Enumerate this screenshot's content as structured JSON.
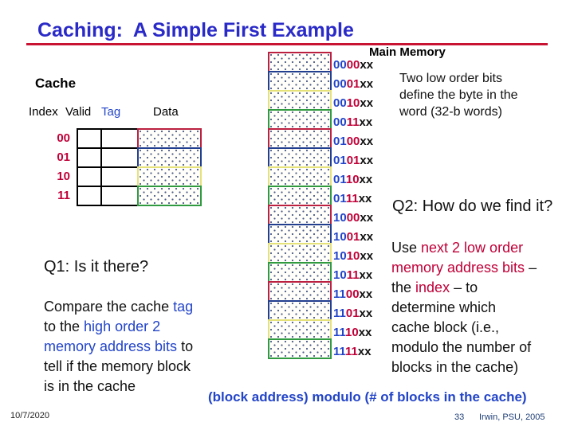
{
  "slide": {
    "title": "Caching:  A Simple First Example",
    "footer": {
      "date": "10/7/2020",
      "page": "33",
      "credit": "Irwin, PSU, 2005"
    }
  },
  "cache": {
    "label": "Cache",
    "headers": {
      "index": "Index",
      "valid": "Valid",
      "tag": "Tag",
      "data": "Data"
    },
    "rows": [
      {
        "index": "00",
        "color": "red"
      },
      {
        "index": "01",
        "color": "blue"
      },
      {
        "index": "10",
        "color": "yellow"
      },
      {
        "index": "11",
        "color": "green"
      }
    ]
  },
  "memory": {
    "label": "Main Memory",
    "blocks": [
      {
        "tag": "00",
        "index": "00",
        "suffix": "xx",
        "color": "red"
      },
      {
        "tag": "00",
        "index": "01",
        "suffix": "xx",
        "color": "blue"
      },
      {
        "tag": "00",
        "index": "10",
        "suffix": "xx",
        "color": "yellow"
      },
      {
        "tag": "00",
        "index": "11",
        "suffix": "xx",
        "color": "green"
      },
      {
        "tag": "01",
        "index": "00",
        "suffix": "xx",
        "color": "red"
      },
      {
        "tag": "01",
        "index": "01",
        "suffix": "xx",
        "color": "blue"
      },
      {
        "tag": "01",
        "index": "10",
        "suffix": "xx",
        "color": "yellow"
      },
      {
        "tag": "01",
        "index": "11",
        "suffix": "xx",
        "color": "green"
      },
      {
        "tag": "10",
        "index": "00",
        "suffix": "xx",
        "color": "red"
      },
      {
        "tag": "10",
        "index": "01",
        "suffix": "xx",
        "color": "blue"
      },
      {
        "tag": "10",
        "index": "10",
        "suffix": "xx",
        "color": "yellow"
      },
      {
        "tag": "10",
        "index": "11",
        "suffix": "xx",
        "color": "green"
      },
      {
        "tag": "11",
        "index": "00",
        "suffix": "xx",
        "color": "red"
      },
      {
        "tag": "11",
        "index": "01",
        "suffix": "xx",
        "color": "blue"
      },
      {
        "tag": "11",
        "index": "10",
        "suffix": "xx",
        "color": "yellow"
      },
      {
        "tag": "11",
        "index": "11",
        "suffix": "xx",
        "color": "green"
      }
    ]
  },
  "annotations": {
    "two_low_order": "Two low order bits\ndefine the byte in the\nword (32-b words)",
    "q2": "Q2: How do we find it?",
    "q1": "Q1: Is it there?",
    "use_index_rich": [
      {
        "t": "Use ",
        "c": "black"
      },
      {
        "t": "next 2 low order\nmemory address bits",
        "c": "red"
      },
      {
        "t": " –\nthe ",
        "c": "black"
      },
      {
        "t": "index",
        "c": "red"
      },
      {
        "t": " – to\ndetermine which\ncache block (i.e.,\nmodulo the number of\nblocks in the cache)",
        "c": "black"
      }
    ],
    "compare_tag_rich": [
      {
        "t": "Compare the cache ",
        "c": "black"
      },
      {
        "t": "tag",
        "c": "blue"
      },
      {
        "t": "\nto the ",
        "c": "black"
      },
      {
        "t": "high order 2\nmemory address bits",
        "c": "blue"
      },
      {
        "t": " to\ntell if the memory block\nis in the cache",
        "c": "black"
      }
    ],
    "modulo": "(block address) modulo (# of blocks in the cache)"
  },
  "colors": {
    "title_blue": "#2a2ac8",
    "underline_red": "#c81432",
    "index_red": "#c00038",
    "tag_blue": "#2244c8",
    "block_red": "#bb2040",
    "block_blue": "#223f8f",
    "block_yellow": "#e6e27a",
    "block_green": "#2f9a3f",
    "footer_blue": "#1f3f77"
  }
}
